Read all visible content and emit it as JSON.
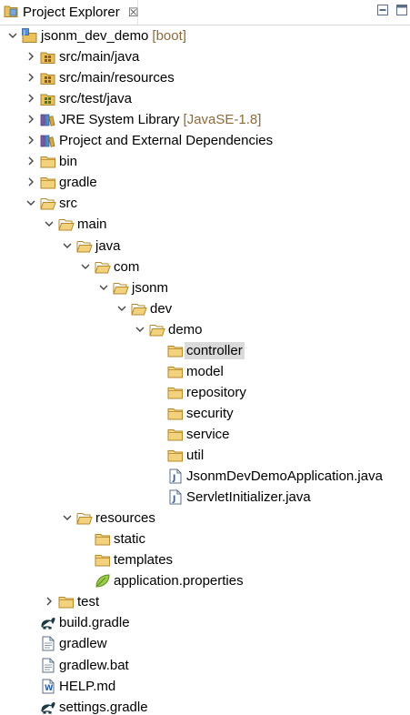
{
  "panel": {
    "tab_title": "Project Explorer",
    "tab_close": "☒"
  },
  "colors": {
    "folder": "#d7a948",
    "selection": "#dadada",
    "decoration": "#8b6b3a"
  },
  "tree": [
    {
      "label": "jsonm_dev_demo",
      "decoration": "[boot]",
      "level": 0,
      "toggle": "expanded",
      "icon": "project-icon"
    },
    {
      "label": "src/main/java",
      "decoration": "",
      "level": 1,
      "toggle": "collapsed",
      "icon": "source-folder-icon"
    },
    {
      "label": "src/main/resources",
      "decoration": "",
      "level": 1,
      "toggle": "collapsed",
      "icon": "source-folder-icon"
    },
    {
      "label": "src/test/java",
      "decoration": "",
      "level": 1,
      "toggle": "collapsed",
      "icon": "test-source-folder-icon"
    },
    {
      "label": "JRE System Library",
      "decoration": "[JavaSE-1.8]",
      "level": 1,
      "toggle": "collapsed",
      "icon": "library-icon"
    },
    {
      "label": "Project and External Dependencies",
      "decoration": "",
      "level": 1,
      "toggle": "collapsed",
      "icon": "library-icon"
    },
    {
      "label": "bin",
      "decoration": "",
      "level": 1,
      "toggle": "collapsed",
      "icon": "folder-icon"
    },
    {
      "label": "gradle",
      "decoration": "",
      "level": 1,
      "toggle": "collapsed",
      "icon": "folder-icon"
    },
    {
      "label": "src",
      "decoration": "",
      "level": 1,
      "toggle": "expanded",
      "icon": "folder-open-icon"
    },
    {
      "label": "main",
      "decoration": "",
      "level": 2,
      "toggle": "expanded",
      "icon": "folder-open-icon"
    },
    {
      "label": "java",
      "decoration": "",
      "level": 3,
      "toggle": "expanded",
      "icon": "folder-open-icon"
    },
    {
      "label": "com",
      "decoration": "",
      "level": 4,
      "toggle": "expanded",
      "icon": "folder-open-icon"
    },
    {
      "label": "jsonm",
      "decoration": "",
      "level": 5,
      "toggle": "expanded",
      "icon": "folder-open-icon"
    },
    {
      "label": "dev",
      "decoration": "",
      "level": 6,
      "toggle": "expanded",
      "icon": "folder-open-icon"
    },
    {
      "label": "demo",
      "decoration": "",
      "level": 7,
      "toggle": "expanded",
      "icon": "folder-open-icon"
    },
    {
      "label": "controller",
      "decoration": "",
      "level": 8,
      "toggle": "none",
      "icon": "folder-icon",
      "selected": true
    },
    {
      "label": "model",
      "decoration": "",
      "level": 8,
      "toggle": "none",
      "icon": "folder-icon"
    },
    {
      "label": "repository",
      "decoration": "",
      "level": 8,
      "toggle": "none",
      "icon": "folder-icon"
    },
    {
      "label": "security",
      "decoration": "",
      "level": 8,
      "toggle": "none",
      "icon": "folder-icon"
    },
    {
      "label": "service",
      "decoration": "",
      "level": 8,
      "toggle": "none",
      "icon": "folder-icon"
    },
    {
      "label": "util",
      "decoration": "",
      "level": 8,
      "toggle": "none",
      "icon": "folder-icon"
    },
    {
      "label": "JsonmDevDemoApplication.java",
      "decoration": "",
      "level": 8,
      "toggle": "none",
      "icon": "java-file-icon"
    },
    {
      "label": "ServletInitializer.java",
      "decoration": "",
      "level": 8,
      "toggle": "none",
      "icon": "java-file-icon"
    },
    {
      "label": "resources",
      "decoration": "",
      "level": 3,
      "toggle": "expanded",
      "icon": "folder-open-icon"
    },
    {
      "label": "static",
      "decoration": "",
      "level": 4,
      "toggle": "none",
      "icon": "folder-icon"
    },
    {
      "label": "templates",
      "decoration": "",
      "level": 4,
      "toggle": "none",
      "icon": "folder-icon"
    },
    {
      "label": "application.properties",
      "decoration": "",
      "level": 4,
      "toggle": "none",
      "icon": "properties-file-icon"
    },
    {
      "label": "test",
      "decoration": "",
      "level": 2,
      "toggle": "collapsed",
      "icon": "folder-icon"
    },
    {
      "label": "build.gradle",
      "decoration": "",
      "level": 1,
      "toggle": "none",
      "icon": "gradle-file-icon"
    },
    {
      "label": "gradlew",
      "decoration": "",
      "level": 1,
      "toggle": "none",
      "icon": "text-file-icon"
    },
    {
      "label": "gradlew.bat",
      "decoration": "",
      "level": 1,
      "toggle": "none",
      "icon": "text-file-icon"
    },
    {
      "label": "HELP.md",
      "decoration": "",
      "level": 1,
      "toggle": "none",
      "icon": "markdown-file-icon"
    },
    {
      "label": "settings.gradle",
      "decoration": "",
      "level": 1,
      "toggle": "none",
      "icon": "gradle-file-icon"
    }
  ]
}
